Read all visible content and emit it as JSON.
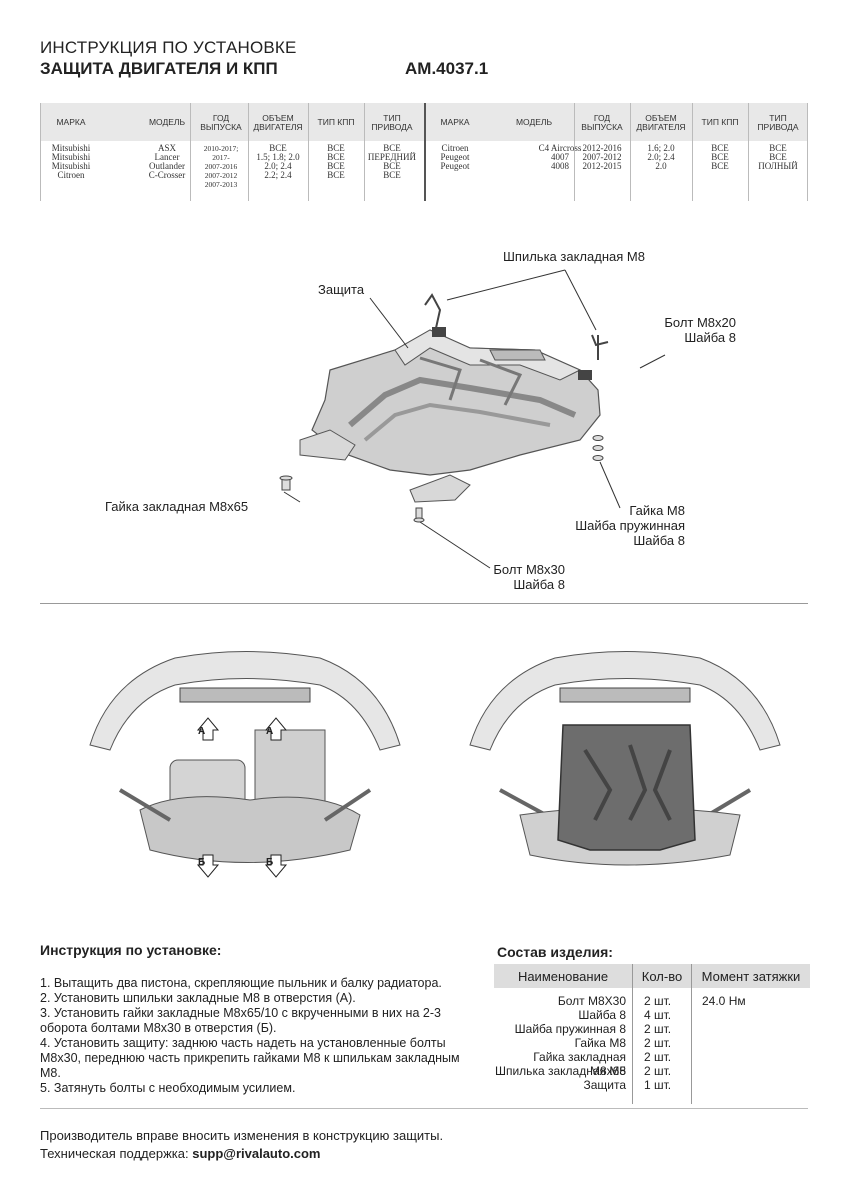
{
  "header": {
    "title": "ИНСТРУКЦИЯ ПО УСТАНОВКЕ",
    "subtitle": "ЗАЩИТА ДВИГАТЕЛЯ И КПП",
    "code": "AM.4037.1"
  },
  "compat": {
    "headers": [
      "МАРКА",
      "МОДЕЛЬ",
      "ГОД ВЫПУСКА",
      "ОБЪЕМ ДВИГАТЕЛЯ",
      "ТИП КПП",
      "ТИП ПРИВОДА"
    ],
    "left": {
      "brand": "Mitsubishi\nMitsubishi\nMitsubishi\nCitroen",
      "model": "ASX\nLancer\nOutlander\nC-Crosser",
      "year": "2010-2017; 2017-\n2007-2016\n2007-2012\n2007-2013",
      "engine": "ВСЕ\n1.5; 1.8; 2.0\n2.0; 2.4\n2.2; 2.4",
      "gearbox": "ВСЕ\nВСЕ\nВСЕ\nВСЕ",
      "drive": "ВСЕ\nПЕРЕДНИЙ\nВСЕ\nВСЕ"
    },
    "right": {
      "brand": "Citroen\nPeugeot\nPeugeot",
      "model": "C4 Aircross\n4007\n4008",
      "year": "2012-2016\n2007-2012\n2012-2015",
      "engine": "1.6; 2.0\n2.0; 2.4\n2.0",
      "gearbox": "ВСЕ\nВСЕ\nВСЕ",
      "drive": "ВСЕ\nВСЕ\nПОЛНЫЙ"
    }
  },
  "diagram_labels": {
    "stud": "Шпилька закладная М8",
    "guard": "Защита",
    "bolt_top": "Болт М8х20\nШайба 8",
    "nut_insert": "Гайка закладная М8х65",
    "nut_m8": "Гайка М8\nШайба пружинная\nШайба 8",
    "bolt_bottom": "Болт М8х30\nШайба 8",
    "mark_a": "А",
    "mark_b": "Б"
  },
  "instructions": {
    "title": "Инструкция по установке:",
    "steps": [
      "1. Вытащить два пистона, скрепляющие пыльник и балку радиатора.",
      "2. Установить шпильки закладные М8 в отверстия (А).",
      "3. Установить гайки закладные М8х65/10 с вкрученными в них на 2-3 оборота болтами М8х30 в отверстия (Б).",
      "4. Установить защиту: заднюю часть надеть на установленные болты М8х30, переднюю часть прикрепить гайками М8 к шпилькам закладным М8.",
      "5. Затянуть болты с необходимым усилием."
    ]
  },
  "parts": {
    "title": "Состав изделия:",
    "headers": [
      "Наименование",
      "Кол-во",
      "Момент затяжки"
    ],
    "rows": [
      {
        "name": "Болт М8Х30",
        "qty": "2 шт.",
        "torque": "24.0 Нм"
      },
      {
        "name": "Шайба 8",
        "qty": "4 шт.",
        "torque": ""
      },
      {
        "name": "Шайба пружинная 8",
        "qty": "2 шт.",
        "torque": ""
      },
      {
        "name": "Гайка М8",
        "qty": "2 шт.",
        "torque": ""
      },
      {
        "name": "Гайка закладная М8х65",
        "qty": "2 шт.",
        "torque": ""
      },
      {
        "name": "Шпилька закладная М8",
        "qty": "2 шт.",
        "torque": ""
      },
      {
        "name": "Защита",
        "qty": "1 шт.",
        "torque": ""
      }
    ]
  },
  "footer": {
    "notice": "Производитель вправе вносить изменения в конструкцию защиты.",
    "support_label": "Техническая поддержка:",
    "support_email": "supp@rivalauto.com"
  }
}
